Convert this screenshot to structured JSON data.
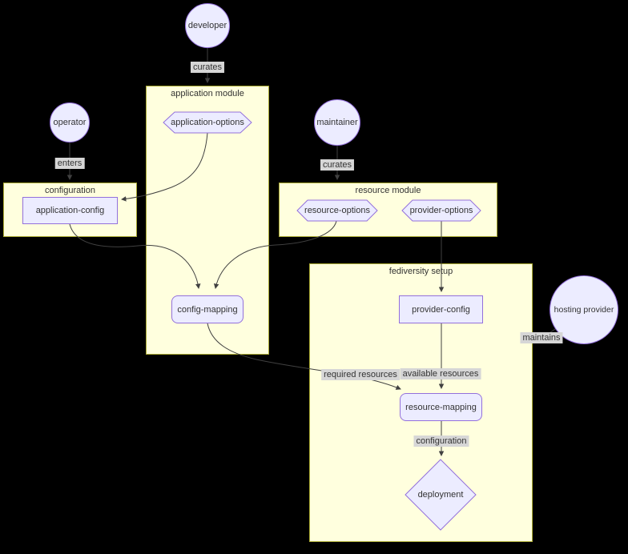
{
  "colors": {
    "background": "#000000",
    "cluster_fill": "#ffffde",
    "cluster_border": "#aaaa33",
    "node_fill": "#ececff",
    "node_border": "#9370db",
    "edge": "#404040",
    "label_bg": "#d6d6d6",
    "text": "#333333"
  },
  "clusters": {
    "application_module": {
      "label": "application module"
    },
    "configuration": {
      "label": "configuration"
    },
    "resource_module": {
      "label": "resource module"
    },
    "fediversity_setup": {
      "label": "fediversity setup"
    }
  },
  "actors": {
    "developer": {
      "label": "developer",
      "shape": "circle"
    },
    "operator": {
      "label": "operator",
      "shape": "circle"
    },
    "maintainer": {
      "label": "maintainer",
      "shape": "circle"
    },
    "hosting_provider": {
      "label": "hosting provider",
      "shape": "circle"
    }
  },
  "nodes": {
    "application_options": {
      "label": "application-options",
      "shape": "hexagon",
      "cluster": "application module"
    },
    "application_config": {
      "label": "application-config",
      "shape": "rect",
      "cluster": "configuration"
    },
    "resource_options": {
      "label": "resource-options",
      "shape": "hexagon",
      "cluster": "resource module"
    },
    "provider_options": {
      "label": "provider-options",
      "shape": "hexagon",
      "cluster": "resource module"
    },
    "config_mapping": {
      "label": "config-mapping",
      "shape": "rounded-rect",
      "cluster": "application module"
    },
    "provider_config": {
      "label": "provider-config",
      "shape": "rect",
      "cluster": "fediversity setup"
    },
    "resource_mapping": {
      "label": "resource-mapping",
      "shape": "rounded-rect",
      "cluster": "fediversity setup"
    },
    "deployment": {
      "label": "deployment",
      "shape": "diamond",
      "cluster": "fediversity setup"
    }
  },
  "edges": [
    {
      "from": "developer",
      "to": "application module",
      "label": "curates"
    },
    {
      "from": "operator",
      "to": "configuration",
      "label": "enters"
    },
    {
      "from": "maintainer",
      "to": "resource module",
      "label": "curates"
    },
    {
      "from": "application-options",
      "to": "application-config",
      "label": ""
    },
    {
      "from": "application-config",
      "to": "config-mapping",
      "label": ""
    },
    {
      "from": "resource-options",
      "to": "config-mapping",
      "label": ""
    },
    {
      "from": "provider-options",
      "to": "provider-config",
      "label": ""
    },
    {
      "from": "config-mapping",
      "to": "resource-mapping",
      "label": "required resources"
    },
    {
      "from": "provider-config",
      "to": "resource-mapping",
      "label": "available resources"
    },
    {
      "from": "resource-mapping",
      "to": "deployment",
      "label": "configuration"
    },
    {
      "from": "hosting provider",
      "to": "fediversity setup",
      "label": "maintains"
    }
  ]
}
